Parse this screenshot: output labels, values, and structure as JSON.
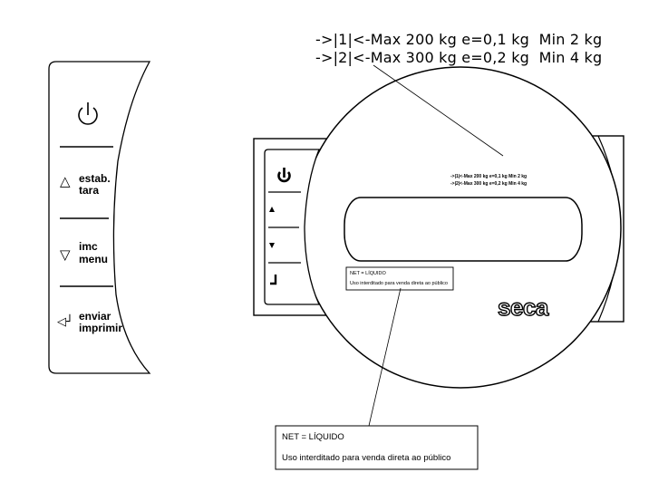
{
  "spec_lines": [
    "->|1|<-Max 200 kg e=0,1 kg  Min 2 kg",
    "->|2|<-Max 300 kg e=0,2 kg  Min 4 kg"
  ],
  "panel": {
    "tare_label_1": "estab.",
    "tare_label_2": "tara",
    "bmi_label_1": "imc",
    "bmi_label_2": "menu",
    "send_label_1": "enviar",
    "send_label_2": "imprimir",
    "up_symbol": "△",
    "down_symbol": "▽",
    "enter_symbol": "◁┘"
  },
  "device": {
    "brand": "seca",
    "small_spec_1": "->|1|<-Max 200 kg e=0,1 kg  Min 2 kg",
    "small_spec_2": "->|2|<-Max 300 kg e=0,2 kg  Min 4 kg",
    "notice_title": "NET = LÍQUIDO",
    "notice_text": "Uso interditado para venda direta ao público"
  },
  "callout": {
    "title": "NET = LÍQUIDO",
    "text": "Uso interditado para venda direta ao público"
  },
  "colors": {
    "line": "#000000",
    "background": "#ffffff"
  }
}
